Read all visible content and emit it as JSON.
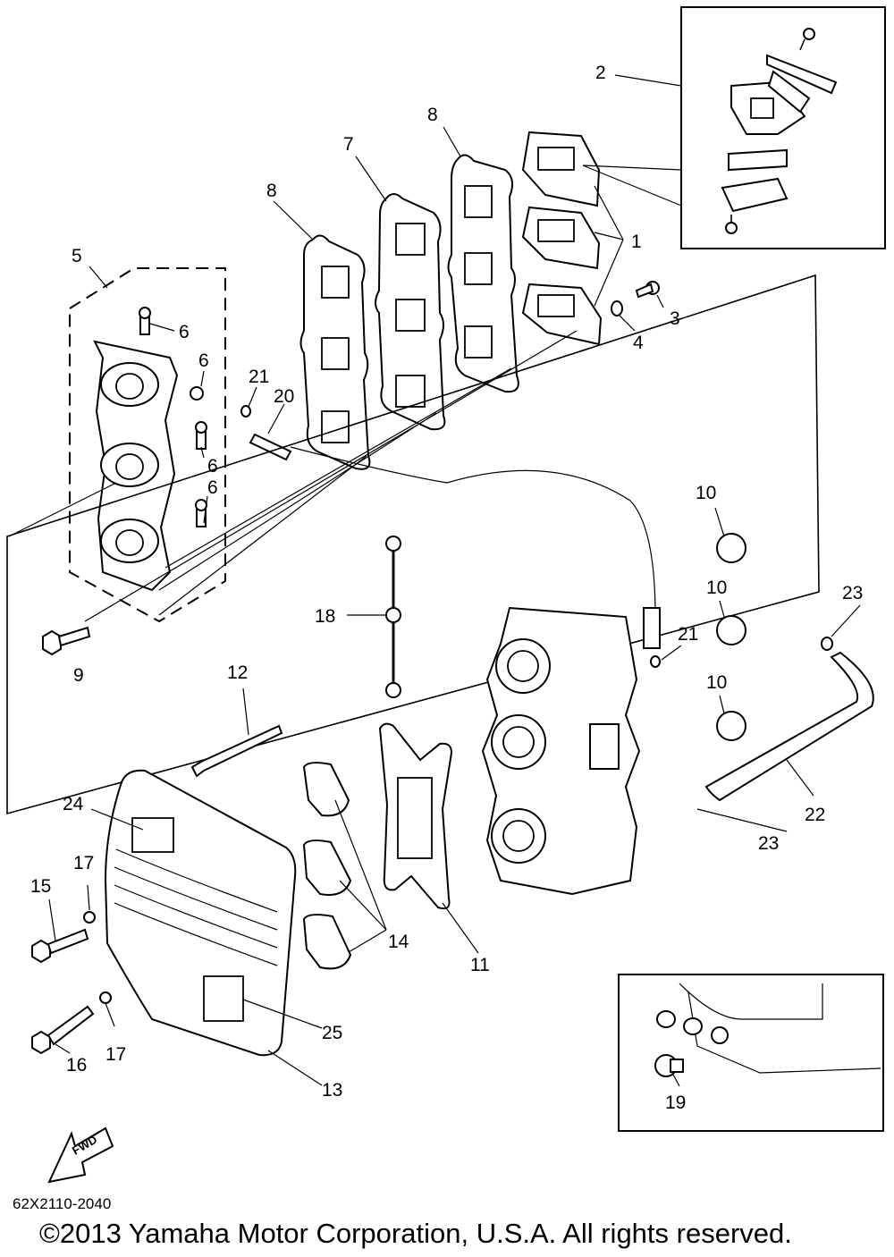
{
  "diagram": {
    "code": "62X2110-2040",
    "copyright": "©2013 Yamaha Motor Corporation, U.S.A. All rights reserved.",
    "fwd_label": "FWD",
    "callouts": {
      "c1": "1",
      "c2": "2",
      "c3": "3",
      "c4": "4",
      "c5": "5",
      "c6a": "6",
      "c6b": "6",
      "c6c": "6",
      "c6d": "6",
      "c7": "7",
      "c8a": "8",
      "c8b": "8",
      "c9": "9",
      "c10a": "10",
      "c10b": "10",
      "c10c": "10",
      "c11": "11",
      "c12": "12",
      "c13": "13",
      "c14": "14",
      "c15": "15",
      "c16": "16",
      "c17a": "17",
      "c17b": "17",
      "c18": "18",
      "c19": "19",
      "c20": "20",
      "c21a": "21",
      "c21b": "21",
      "c22": "22",
      "c23a": "23",
      "c23b": "23",
      "c24": "24",
      "c25": "25"
    }
  }
}
